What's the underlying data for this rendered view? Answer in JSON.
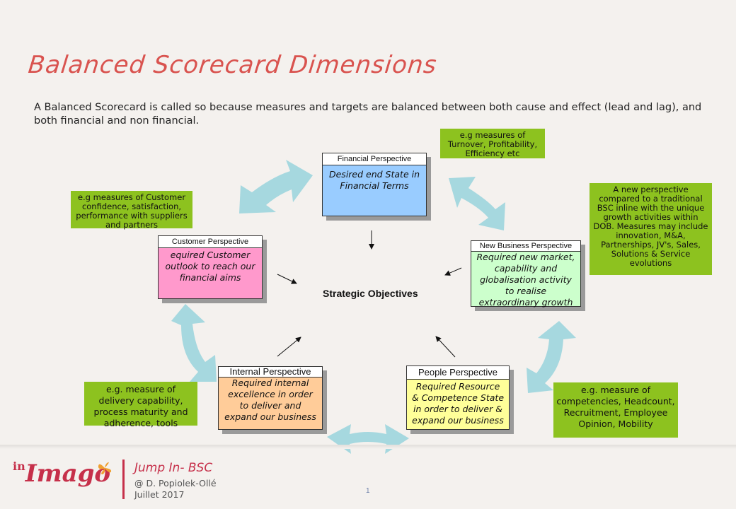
{
  "title": "Balanced Scorecard Dimensions",
  "intro": "A Balanced Scorecard is called so because measures and targets are balanced between both cause and effect (lead and lag), and both financial and non financial.",
  "center_label": "Strategic Objectives",
  "perspectives": {
    "financial": {
      "header": "Financial Perspective",
      "body": "Desired end State in Financial Terms",
      "color": "#99ccff"
    },
    "customer": {
      "header": "Customer Perspective",
      "body": "equired Customer outlook to reach our financial aims",
      "color": "#ff99cc"
    },
    "new_business": {
      "header": "New Business Perspective",
      "body": "Required new market, capability and globalisation activity to realise extraordinary growth",
      "color": "#ccffcc"
    },
    "internal": {
      "header": "Internal Perspective",
      "body": "Required internal excellence in order to deliver and expand our business",
      "color": "#ffcc99"
    },
    "people": {
      "header": "People Perspective",
      "body": "Required Resource & Competence State in order to deliver & expand our business",
      "color": "#ffff99"
    }
  },
  "notes": {
    "financial": "e.g measures of Turnover, Profitability, Efficiency etc",
    "customer": "e.g measures of Customer confidence, satisfaction, performance with suppliers and partners",
    "new_business": "A new perspective compared to a traditional BSC inline with the unique growth activities within DOB. Measures may include innovation, M&A, Partnerships, JV's, Sales, Solutions & Service evolutions",
    "internal": "e.g. measure of delivery capability, process maturity and adherence, tools",
    "people": "e.g. measure of competencies, Headcount, Recruitment, Employee Opinion, Mobility"
  },
  "colors": {
    "title": "#d9534f",
    "note": "#8dc21f",
    "cycle_arrow": "#a6d8df",
    "brand": "#c6304a"
  },
  "footer": {
    "logo_prefix": "in",
    "logo_name": "Imago",
    "program": "Jump In- BSC",
    "author": "@ D. Popiolek-Ollé",
    "date": "Juillet 2017",
    "page": "1"
  }
}
